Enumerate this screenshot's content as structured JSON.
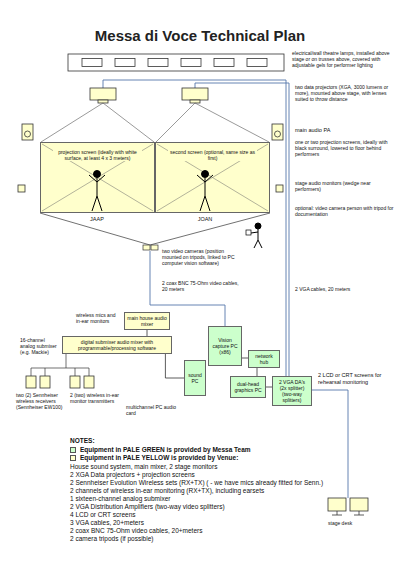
{
  "diagram": {
    "title": "Messa di Voce Technical Plan",
    "nodes": [
      {
        "text": [
          "projection screen (ideally with white surface, at least 4 x 3 meters)"
        ]
      },
      {
        "text": [
          "second screen (optional, same size as first)"
        ]
      },
      {
        "text": [
          "main house audio mixer"
        ]
      },
      {
        "text": [
          "digital submixer audio mixer with programmable/processing software"
        ]
      },
      {
        "text": [
          "Vision capture PC (x86)"
        ]
      },
      {
        "text": [
          "network hub"
        ]
      },
      {
        "text": [
          "sound PC"
        ]
      },
      {
        "text": [
          "dual-head graphics PC"
        ]
      },
      {
        "text": [
          "2 VGA DA's (2x splitter) (two-way splitters)"
        ]
      }
    ],
    "edges": [
      {
        "from": 2,
        "to": 3,
        "arrow": "none"
      },
      {
        "from": 3,
        "to": 6,
        "arrow": "none"
      },
      {
        "from": 4,
        "to": 5,
        "arrow": "none"
      },
      {
        "from": 7,
        "to": 5,
        "arrow": "none"
      },
      {
        "from": 7,
        "to": 8,
        "arrow": "none"
      }
    ],
    "labels": [
      "electrical/wall theatre lamps, installed above stage or on trusses above, covered with adjustable gels for performer lighting",
      "two data projectors (XGA, 3000 lumens or more), mounted above stage, with lenses suited to throw distance",
      "main audio PA",
      "one or two projection screens, ideally with black surround, lowered to floor behind performers",
      "JAAP",
      "JOAN",
      "stage audio monitors (wedge near performers)",
      "optional: video camera person with tripod for documentation",
      "two video cameras (position mounted on tripods, linked to PC computer vision software)",
      "2 coax BNC 75-Ohm video cables, 20 meters",
      "2 VGA cables, 20 meters",
      "wireless mics and in-ear monitors",
      "16-channel analog submixer (e.g. Mackie)",
      "two (2) Sennheiser wireless receivers (Sennheiser EW100)",
      "2 (two) wireless in-ear monitor transmitters",
      "multichannel PC audio card",
      "2 LCD or CRT screens for rehearsal monitoring",
      "stage desk",
      "NOTES:",
      "House sound system, main mixer, 2 stage monitors",
      "2 XGA Data projectors + projection screens",
      "2 Sennheiser Evolution Wireless sets (RX+TX) ( - we have mics already fitted for Senn.)",
      "2 channels of wireless in-ear monitoring (RX+TX), including earsets",
      "1 sixteen-channel analog submixer",
      "2 VGA Distribution Amplifiers (two-way video splitters)",
      "4 LCD or CRT screens",
      "3 VGA cables, 20+meters",
      "2 coax BNC 75-Ohm video cables, 20+meters",
      "2 camera tripods (if possible)"
    ],
    "legend": [
      {
        "text": "Equipment in PALE GREEN is provided by Messa Team",
        "color": "#ccffcc"
      },
      {
        "text": "Equipment in PALE YELLOW is provided by Venue:",
        "color": "#ffffcc"
      }
    ]
  }
}
